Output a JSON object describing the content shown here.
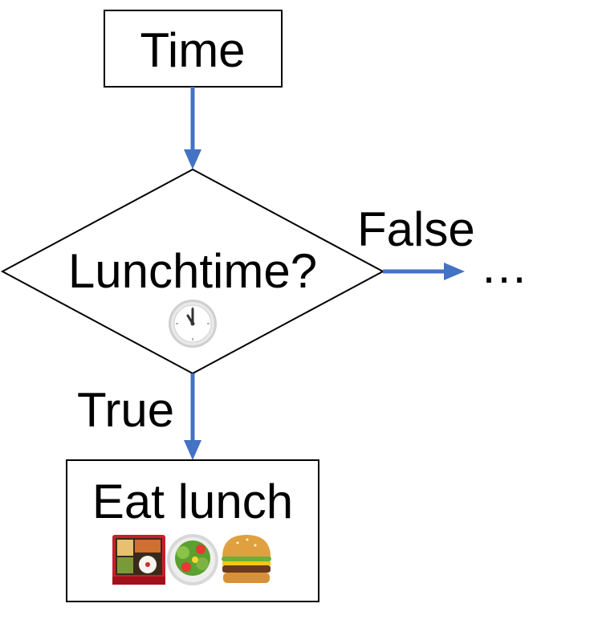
{
  "nodes": {
    "start": {
      "label": "Time"
    },
    "decision": {
      "label": "Lunchtime?",
      "icon": "clock-icon"
    },
    "action": {
      "label": "Eat lunch",
      "icons": [
        "bento-box-icon",
        "salad-icon",
        "hamburger-icon"
      ]
    }
  },
  "edges": {
    "false_label": "False",
    "true_label": "True",
    "ellipsis": "…"
  },
  "colors": {
    "arrow": "#4472C4",
    "stroke": "#000000"
  }
}
